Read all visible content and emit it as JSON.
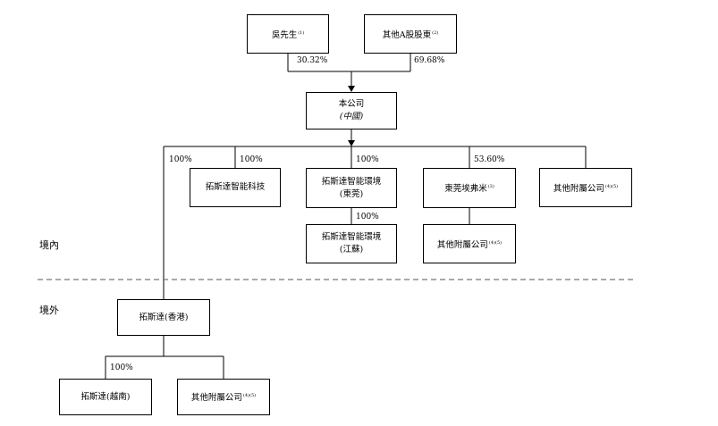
{
  "nodes": {
    "wu": {
      "name": "吳先生",
      "note": "(1)"
    },
    "other_a": {
      "name": "其他A股股東",
      "note": "(2)"
    },
    "company": {
      "name": "本公司",
      "sub": "(中國)"
    },
    "tech": {
      "name": "拓斯達智能科技"
    },
    "env_dg": {
      "name": "拓斯達智能環境",
      "sub": "(東莞)"
    },
    "yifumi": {
      "name": "東莞埃弗米",
      "note": "(3)"
    },
    "other_sub_1": {
      "name": "其他附屬公司",
      "note": "(4)(5)"
    },
    "env_js": {
      "name": "拓斯達智能環境",
      "sub": "(江蘇)"
    },
    "other_sub_2": {
      "name": "其他附屬公司",
      "note": "(4)(5)"
    },
    "hk": {
      "name": "拓斯達(香港)"
    },
    "vn": {
      "name": "拓斯達(越南)"
    },
    "other_sub_3": {
      "name": "其他附屬公司",
      "note": "(4)(5)"
    }
  },
  "percentages": {
    "wu": "30.32%",
    "other_a": "69.68%",
    "hk": "100%",
    "tech": "100%",
    "env_dg": "100%",
    "yifumi": "53.60%",
    "env_js": "100%",
    "vn": "100%"
  },
  "regions": {
    "domestic": "境內",
    "overseas": "境外"
  }
}
